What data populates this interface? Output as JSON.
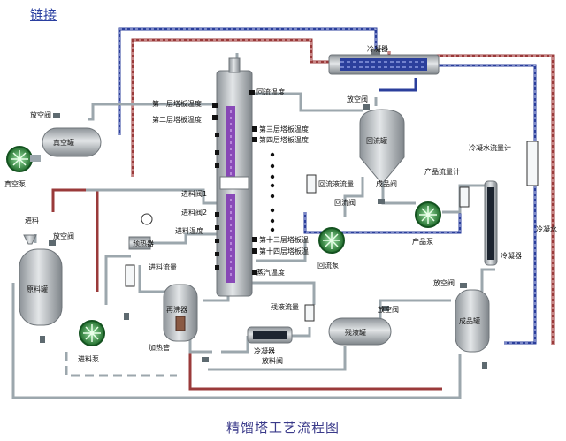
{
  "header": {
    "link_label": "链接"
  },
  "caption": "精馏塔工艺流程图",
  "labels": {
    "tray1_temp": "第一层塔板温度",
    "tray2_temp": "第二层塔板温度",
    "reflux_temp": "回流温度",
    "tray3_temp": "第三层塔板温度",
    "tray4_temp": "第四层塔板温度",
    "feed_valve_1": "进料阀1",
    "feed_valve_2": "进料阀2",
    "feed_temp": "进料温度",
    "tray13_temp": "第十三层塔板温",
    "tray14_temp": "第十四层塔板温",
    "feed_flow": "进料流量",
    "steam_temp": "蒸汽温度",
    "reflux_flow": "回流液流量",
    "reflux_valve": "回流阀",
    "reflux_pump": "回流泵",
    "condenser_top": "冷凝器",
    "vent_valve_reflux": "放空阀",
    "reflux_tank": "回流罐",
    "product_valve": "成品阀",
    "product_flow_meter": "产品流量计",
    "product_pump": "产品泵",
    "cooling_water_flow": "冷凝水流量计",
    "cooling_water": "冷凝水",
    "cooler_right": "冷凝器",
    "vent_valve_product": "放空阀",
    "product_tank": "成品罐",
    "vent_valve_vacuum": "放空阀",
    "vacuum_tank": "真空罐",
    "vacuum_pump": "真空泵",
    "feed_in": "进料",
    "vent_valve_raw": "放空阀",
    "raw_tank": "原料罐",
    "preheater": "预热器",
    "feed_pump": "进料泵",
    "reboiler": "再沸器",
    "heating_tube": "加热管",
    "residue_flow": "残液流量",
    "cooler_bottom": "冷凝器",
    "discharge_valve": "放料阀",
    "residue_tank": "残液罐",
    "vent_valve_residue": "放空阀"
  },
  "colors": {
    "blue_pipe": "#2b3f9c",
    "red_pipe": "#9a3a3a",
    "gray_pipe": "#9ca7ad",
    "vessel": "#b9bec3",
    "pump_green": "#2e8b3d",
    "column_purple": "#7a2fb0"
  }
}
